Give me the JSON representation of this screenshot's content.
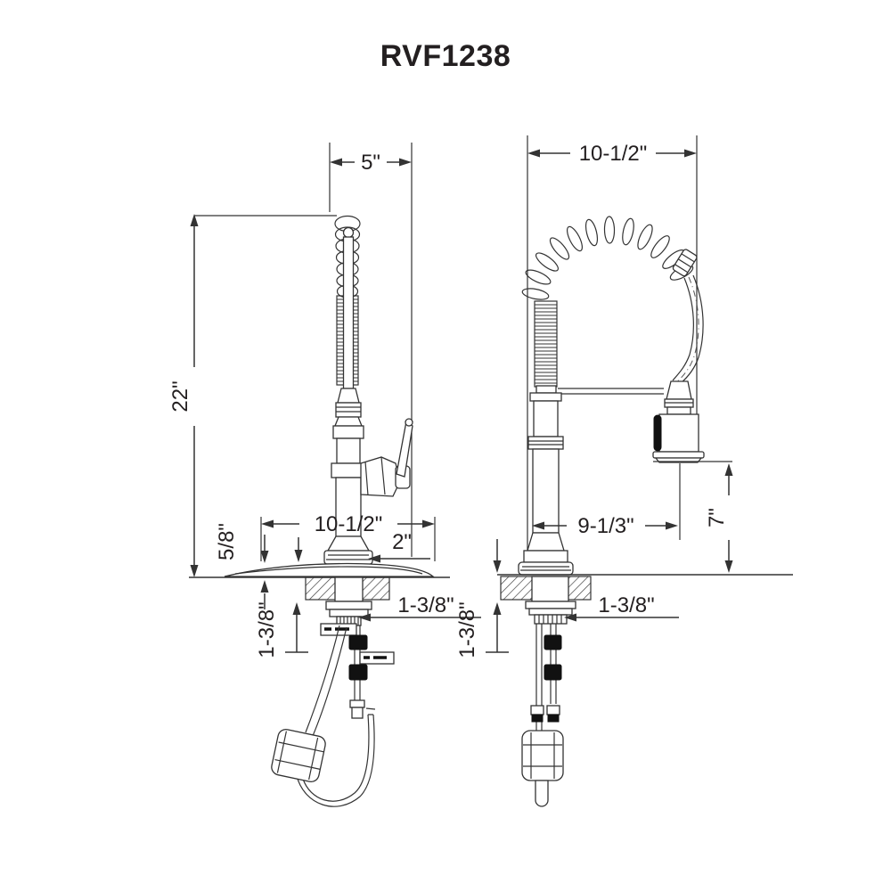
{
  "title": "RVF1238",
  "colors": {
    "line": "#333333",
    "text": "#231f20",
    "fill_black": "#111111"
  },
  "side_view": {
    "dim_spout_depth": "5\"",
    "dim_overall_height": "22\"",
    "dim_plate_width": "10-1/2\"",
    "dim_plate_thickness": "5/8\"",
    "dim_base_width": "2\"",
    "dim_mount_thickness": "1-3/8\"",
    "dim_shank_width": "1-3/8\""
  },
  "front_view": {
    "dim_overall_width": "10-1/2\"",
    "dim_spout_reach": "9-1/3\"",
    "dim_spray_clearance": "7\"",
    "dim_mount_thickness": "1-3/8\"",
    "dim_shank_width": "1-3/8\""
  }
}
